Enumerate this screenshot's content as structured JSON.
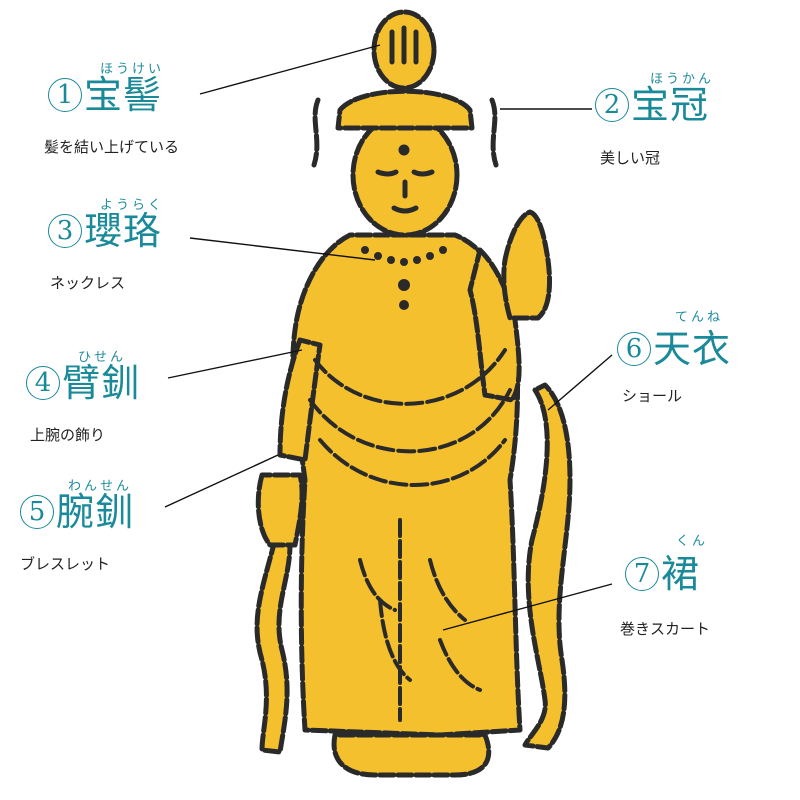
{
  "diagram": {
    "subject": "Bodhisattva statue illustration",
    "colors": {
      "accent_teal": "#1a8a9a",
      "statue_gold": "#f5c02e",
      "outline": "#2a2a2a",
      "description_text": "#222222"
    },
    "labels": [
      {
        "number": "1",
        "kanji": "宝髻",
        "reading": "ほうけい",
        "description": "髪を結い上げている"
      },
      {
        "number": "2",
        "kanji": "宝冠",
        "reading": "ほうかん",
        "description": "美しい冠"
      },
      {
        "number": "3",
        "kanji": "瓔珞",
        "reading": "ようらく",
        "description": "ネックレス"
      },
      {
        "number": "4",
        "kanji": "臂釧",
        "reading": "ひせん",
        "description": "上腕の飾り"
      },
      {
        "number": "5",
        "kanji": "腕釧",
        "reading": "わんせん",
        "description": "ブレスレット"
      },
      {
        "number": "6",
        "kanji": "天衣",
        "reading": "てんね",
        "description": "ショール"
      },
      {
        "number": "7",
        "kanji": "裙",
        "reading": "くん",
        "description": "巻きスカート"
      }
    ]
  }
}
